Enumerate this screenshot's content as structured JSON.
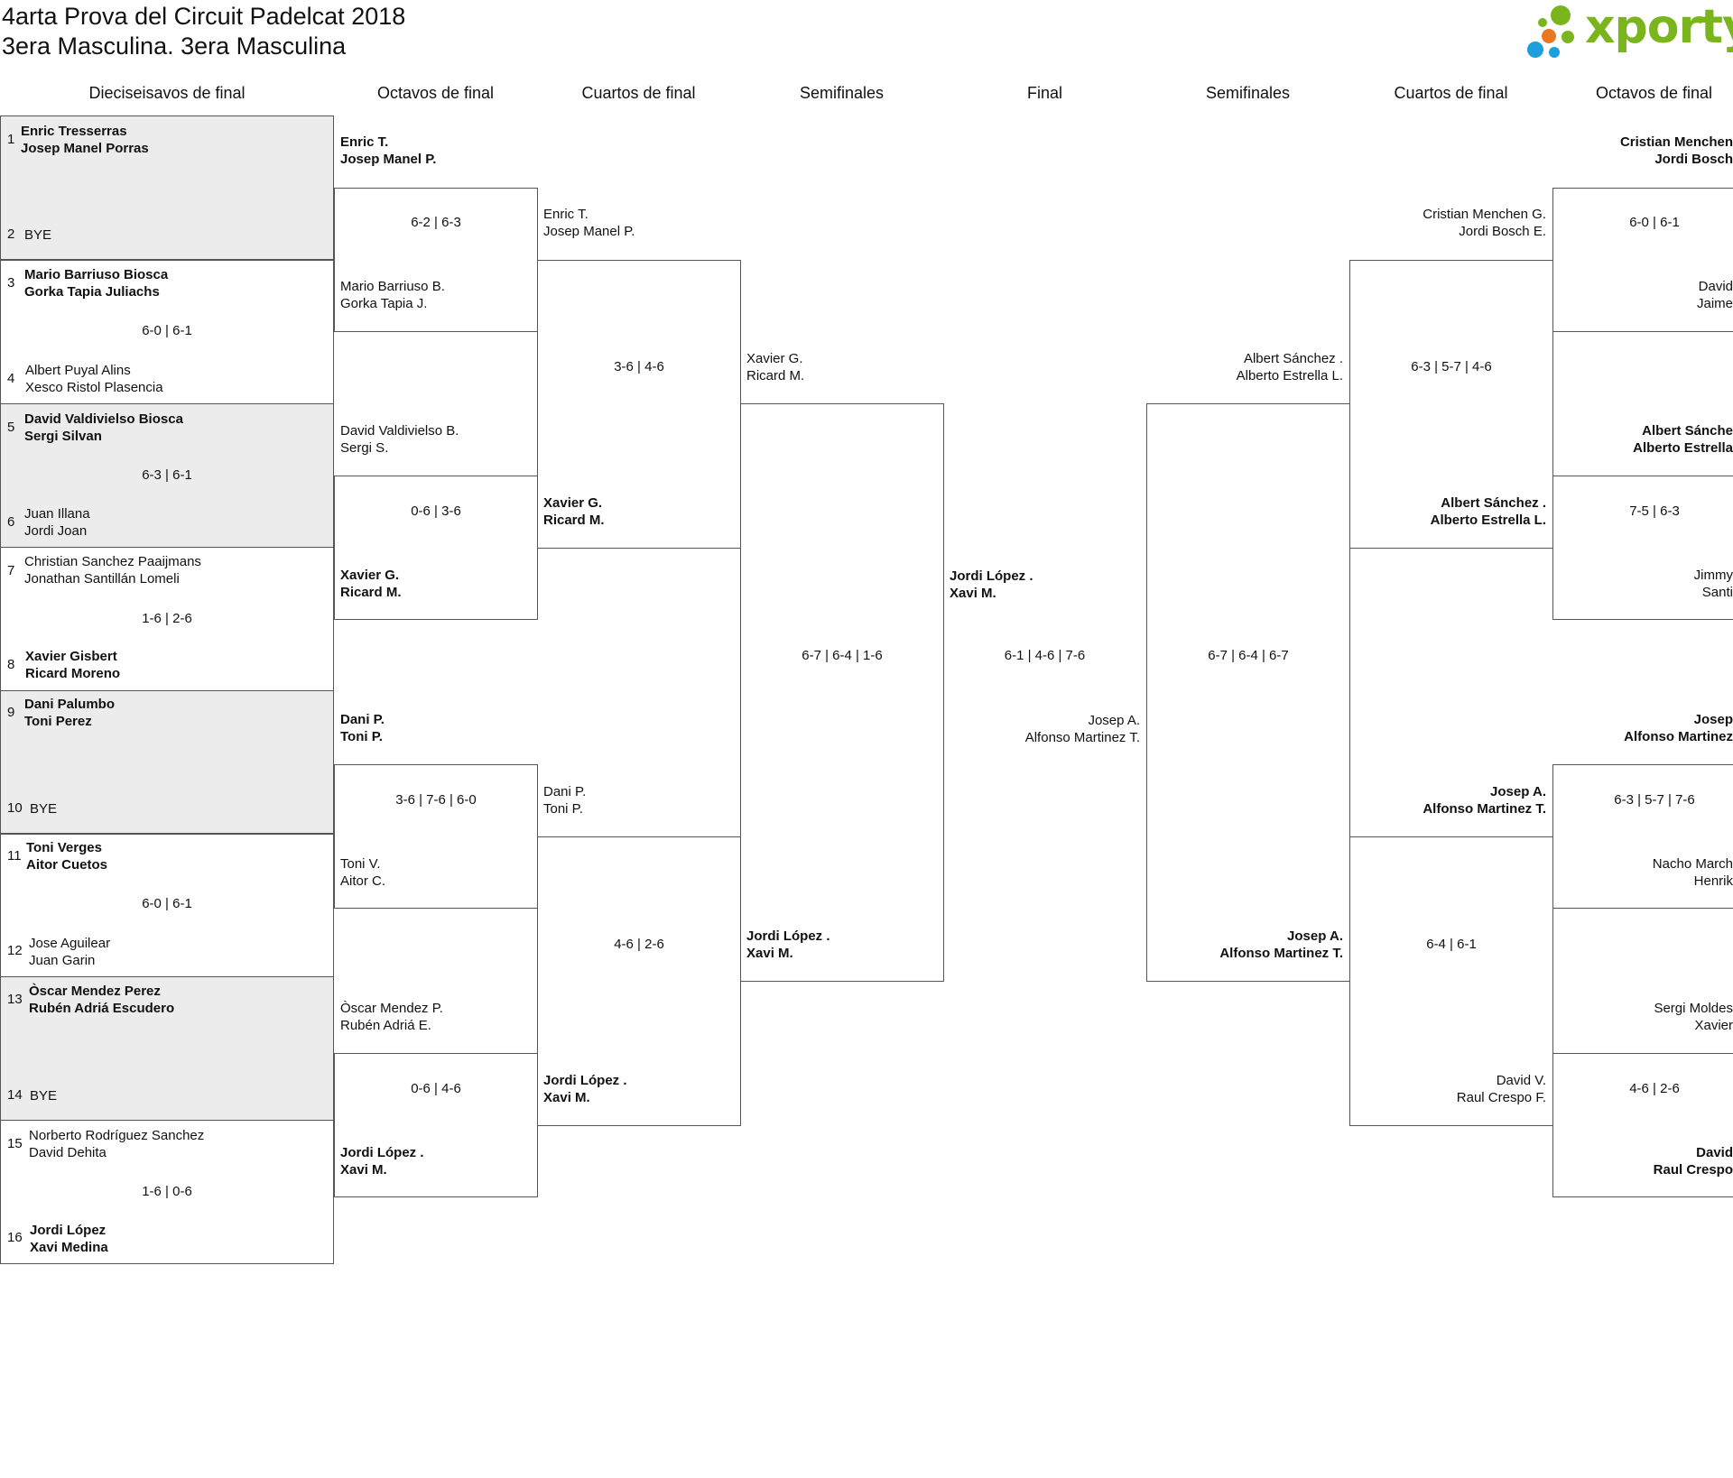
{
  "header": {
    "title_line1": "4arta Prova del Circuit Padelcat 2018",
    "title_line2": "3era Masculina. 3era Masculina",
    "logo_text": "xporty",
    "logo_colors": [
      "#7ab51d",
      "#e87722",
      "#1ca0dc"
    ]
  },
  "rounds": [
    "Dieciseisavos de final",
    "Octavos de final",
    "Cuartos de final",
    "Semifinales",
    "Final",
    "Semifinales",
    "Cuartos de final",
    "Octavos de final"
  ],
  "r32": [
    {
      "s1": "1",
      "p1a": "Enric Tresserras",
      "p1b": "Josep Manel Porras",
      "s2": "2",
      "p2a": "BYE",
      "p2b": "",
      "score": ""
    },
    {
      "s1": "3",
      "p1a": "Mario Barriuso Biosca",
      "p1b": "Gorka Tapia Juliachs",
      "s2": "4",
      "p2a": "Albert Puyal Alins",
      "p2b": "Xesco Ristol Plasencia",
      "score": "6-0 | 6-1"
    },
    {
      "s1": "5",
      "p1a": "David Valdivielso Biosca",
      "p1b": "Sergi Silvan",
      "s2": "6",
      "p2a": "Juan Illana",
      "p2b": "Jordi Joan",
      "score": "6-3 | 6-1"
    },
    {
      "s1": "7",
      "p1a": "Christian Sanchez Paaijmans",
      "p1b": "Jonathan Santillán Lomeli",
      "s2": "8",
      "p2a": "Xavier Gisbert",
      "p2b": "Ricard Moreno",
      "score": "1-6 | 2-6"
    },
    {
      "s1": "9",
      "p1a": "Dani Palumbo",
      "p1b": "Toni Perez",
      "s2": "10",
      "p2a": "BYE",
      "p2b": "",
      "score": ""
    },
    {
      "s1": "11",
      "p1a": "Toni Verges",
      "p1b": "Aitor Cuetos",
      "s2": "12",
      "p2a": "Jose Aguilear",
      "p2b": "Juan Garin",
      "score": "6-0 | 6-1"
    },
    {
      "s1": "13",
      "p1a": "Òscar Mendez Perez",
      "p1b": "Rubén Adriá Escudero",
      "s2": "14",
      "p2a": "BYE",
      "p2b": "",
      "score": ""
    },
    {
      "s1": "15",
      "p1a": "Norberto Rodríguez Sanchez",
      "p1b": "David Dehita",
      "s2": "16",
      "p2a": "Jordi López",
      "p2b": "Xavi Medina",
      "score": "1-6 | 0-6"
    }
  ],
  "left_r16": [
    {
      "t1a": "Enric T.",
      "t1b": "Josep Manel P.",
      "t2a": "Mario Barriuso B.",
      "t2b": "Gorka Tapia J.",
      "score": "6-2 | 6-3"
    },
    {
      "t1a": "David Valdivielso B.",
      "t1b": "Sergi S.",
      "t2a": "Xavier G.",
      "t2b": "Ricard M.",
      "score": "0-6 | 3-6"
    },
    {
      "t1a": "Dani P.",
      "t1b": "Toni P.",
      "t2a": "Toni V.",
      "t2b": "Aitor C.",
      "score": "3-6 | 7-6 | 6-0"
    },
    {
      "t1a": "Òscar Mendez P.",
      "t1b": "Rubén Adriá E.",
      "t2a": "Jordi López .",
      "t2b": "Xavi M.",
      "score": "0-6 | 4-6"
    }
  ],
  "left_qf": [
    {
      "t1a": "Enric T.",
      "t1b": "Josep Manel P.",
      "t2a": "Xavier G.",
      "t2b": "Ricard M.",
      "score": "3-6 | 4-6"
    },
    {
      "t1a": "Dani P.",
      "t1b": "Toni P.",
      "t2a": "Jordi López .",
      "t2b": "Xavi M.",
      "score": "4-6 | 2-6"
    }
  ],
  "left_sf": {
    "t1a": "Xavier G.",
    "t1b": "Ricard M.",
    "t2a": "Jordi López .",
    "t2b": "Xavi M.",
    "score": "6-7 | 6-4 | 1-6"
  },
  "final": {
    "t1a": "Jordi López .",
    "t1b": "Xavi M.",
    "t2a": "Josep A.",
    "t2b": "Alfonso Martinez T.",
    "score": "6-1 | 4-6 | 7-6"
  },
  "right_sf": {
    "t1a": "Albert Sánchez .",
    "t1b": "Alberto Estrella L.",
    "t2a": "Josep A.",
    "t2b": "Alfonso Martinez T.",
    "score": "6-7 | 6-4 | 6-7"
  },
  "right_qf": [
    {
      "t1a": "Cristian Menchen G.",
      "t1b": "Jordi Bosch E.",
      "t2a": "Albert Sánchez .",
      "t2b": "Alberto Estrella L.",
      "score": "6-3 | 5-7 | 4-6"
    },
    {
      "t1a": "Josep A.",
      "t1b": "Alfonso Martinez T.",
      "t2a": "David V.",
      "t2b": "Raul Crespo F.",
      "score": "6-4 | 6-1"
    }
  ],
  "right_r16": [
    {
      "t1a": "Cristian Menchen",
      "t1b": "Jordi Bosch",
      "t2a": "David",
      "t2b": "Jaime",
      "score": "6-0 | 6-1"
    },
    {
      "t1a": "Albert Sánche",
      "t1b": "Alberto Estrella",
      "t2a": "Jimmy",
      "t2b": "Santi",
      "score": "7-5 | 6-3"
    },
    {
      "t1a": "Josep",
      "t1b": "Alfonso Martinez",
      "t2a": "Nacho March",
      "t2b": "Henrik",
      "score": "6-3 | 5-7 | 7-6"
    },
    {
      "t1a": "Sergi Moldes",
      "t1b": "Xavier",
      "t2a": "David",
      "t2b": "Raul Crespo",
      "score": "4-6 | 2-6"
    }
  ]
}
